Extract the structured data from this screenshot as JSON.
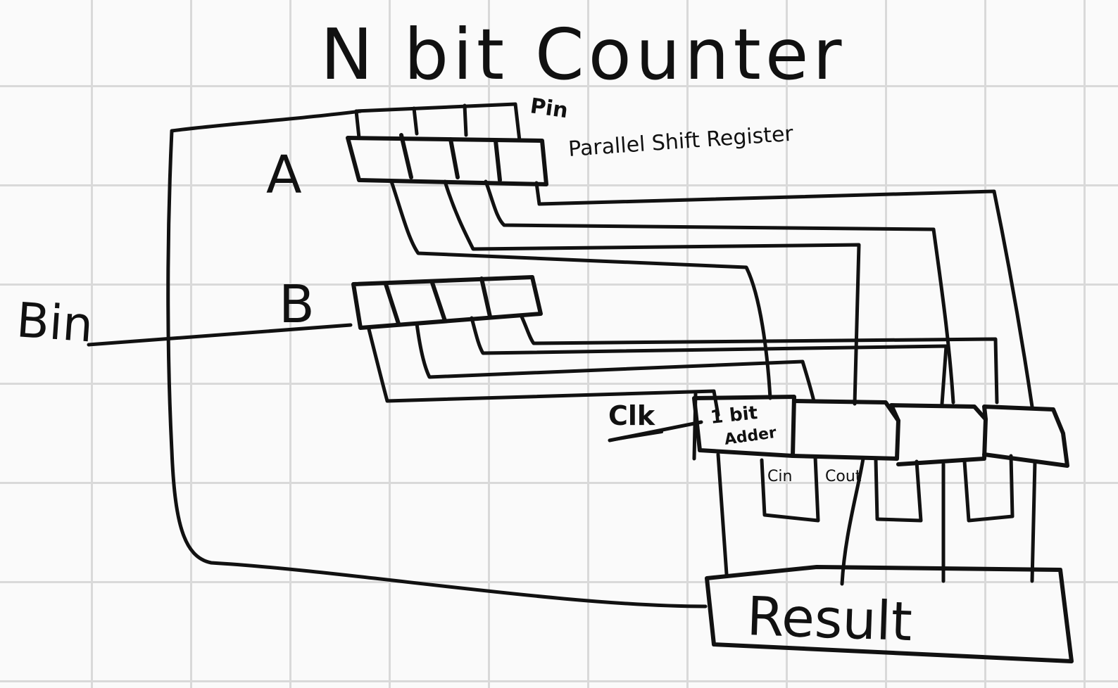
{
  "title": "N bit Counter",
  "labels": {
    "pin": "Pin",
    "parallel_shift_register": "Parallel Shift Register",
    "register_a": "A",
    "register_b": "B",
    "bin": "Bin",
    "clk": "Clk",
    "adder_line1": "1 bit",
    "adder_line2": "Adder",
    "cin": "Cin",
    "cout": "Cout",
    "result": "Result"
  },
  "colors": {
    "ink": "#111111",
    "grid": "#d9d9d9",
    "paper": "#fafafa"
  }
}
